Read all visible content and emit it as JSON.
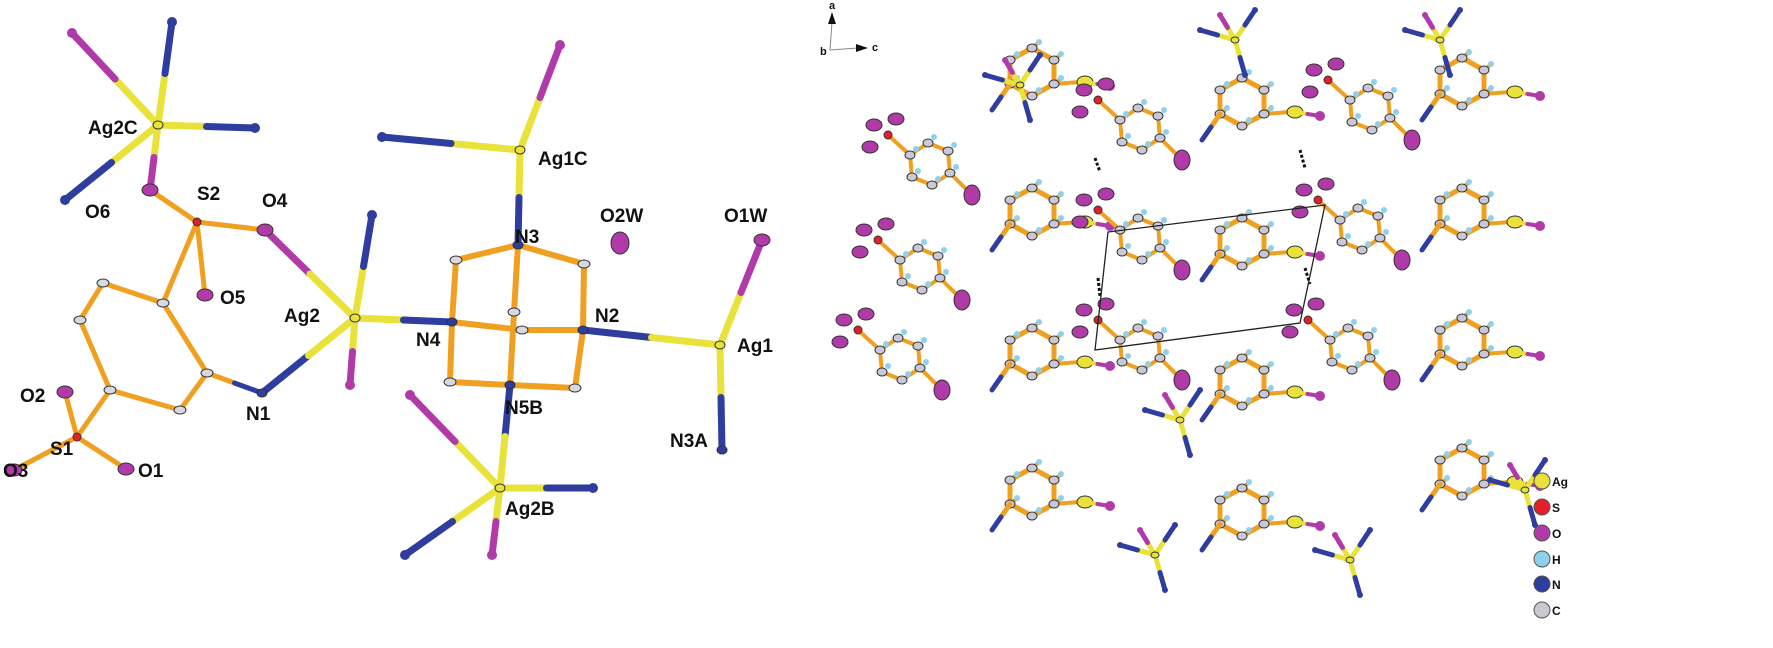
{
  "left_panel": {
    "labels": {
      "Ag2C": "Ag2C",
      "O6": "O6",
      "S2": "S2",
      "O4": "O4",
      "O5": "O5",
      "Ag2": "Ag2",
      "N1": "N1",
      "O2": "O2",
      "S1": "S1",
      "O3": "O3",
      "O1": "O1",
      "Ag1C": "Ag1C",
      "N3": "N3",
      "O2W": "O2W",
      "O1W": "O1W",
      "N2": "N2",
      "N4": "N4",
      "Ag1": "Ag1",
      "N5B": "N5B",
      "N3A": "N3A",
      "Ag2B": "Ag2B"
    }
  },
  "right_panel": {
    "axes": {
      "a": "a",
      "b": "b",
      "c": "c"
    },
    "legend": [
      {
        "label": "Ag",
        "color": "#e8e23a"
      },
      {
        "label": "S",
        "color": "#e3202a"
      },
      {
        "label": "O",
        "color": "#b03aa8"
      },
      {
        "label": "H",
        "color": "#8fd0ee"
      },
      {
        "label": "N",
        "color": "#2e3d9e"
      },
      {
        "label": "C",
        "color": "#c8c8d0"
      }
    ]
  },
  "colors": {
    "Ag": "#e8e23a",
    "N": "#2e3d9e",
    "O": "#b03aa8",
    "C_bond": "#f0a020",
    "S": "#e3202a",
    "H": "#8fd0ee"
  }
}
